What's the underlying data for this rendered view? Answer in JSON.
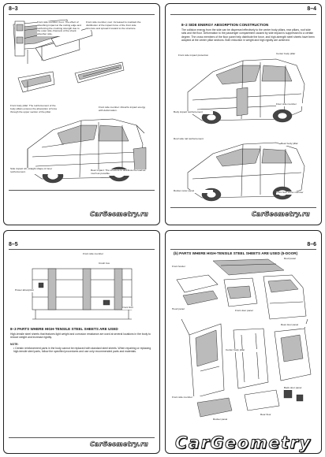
{
  "pages": [
    {
      "id": "p1",
      "number": "8–3"
    },
    {
      "id": "p2",
      "number": "8–4"
    },
    {
      "id": "p3",
      "number": "8–5"
    },
    {
      "id": "p4",
      "number": "8–6"
    }
  ],
  "p1": {
    "callouts": {
      "c1": "Front side member, front: The effect of absorbing impact at the cutting edge and reinforcing the crushing strength due to the outer side channels of the shock absorber side.",
      "c2": "Front side member, rear: Increased to maintain the distribution of the impact force of the front side structure and spread it toward to the structure.",
      "c3": "Front body pillar: The reinforcement of the body pillars ensures the absorption of force through the upper section of the pillar.",
      "c4": "Front side member: Absorbs impact energy with deformation.",
      "c5": "Side impact sill, straight shape of inner reinforcement.",
      "c6": "Rear impact: The structure to distribute the load as much as possible."
    }
  },
  "p2": {
    "section_title": "8–2  SIDE ENERGY ABSORPTION CONSTRUCTION",
    "paragraph": "The collision energy from the side can be dispersed effectively to the center body pillars, rear pillars, roof side rails and the floor. Deformation to the passenger compartment caused by side impact is suppressed to a certain degree. The cross members of the floor panel help distribute the force, and high-strength steel sheets have been adopted at the center pillar sections. Both reduction in weight and high rigidity are achieved.",
    "callouts": {
      "a1": "Front side impact protection",
      "a2": "Center body pillar",
      "a3": "Body impact reinforcement",
      "a4": "Floor side member",
      "a5": "Rear body pillar",
      "a6": "Roof side rail reinforcement",
      "a7": "Rocker outer panel",
      "a8": "Front floor cross member"
    }
  },
  "p3": {
    "callouts": {
      "b1": "Front side member",
      "b2": "Crush box",
      "b3": "Power absorption",
      "b4": "Front floor"
    },
    "section_title": "8–3  PARTS WHERE HIGH-TENSILE STEEL SHEETS ARE USED",
    "paragraph": "High-tensile steel sheets that features light weight and corrosion resistance are used at several locations in the body to reduce weight and increase rigidity.",
    "notes_label": "NOTE:",
    "note_text": "• Certain reinforcement parts in the body cannot be replaced with standard steel sheets. When repairing or replacing high-tensile steel parts, follow the specified procedures and use only recommended parts and materials."
  },
  "p4": {
    "section_title": "(b)  PARTS WHERE HIGH-TENSILE STEEL SHEETS ARE USED (5-DOOR)",
    "callouts": {
      "h1": "Roof panel",
      "h2": "Front fender",
      "h3": "Hood panel",
      "h4": "Front door panel",
      "h5": "Rear door panel",
      "h6": "Back door panel",
      "h7": "Front side member",
      "h8": "Center body pillar",
      "h9": "Rocker panel",
      "h10": "Rear floor"
    }
  },
  "watermarks": {
    "small": "CarGeometry.ru",
    "large": "CarGeometry"
  }
}
